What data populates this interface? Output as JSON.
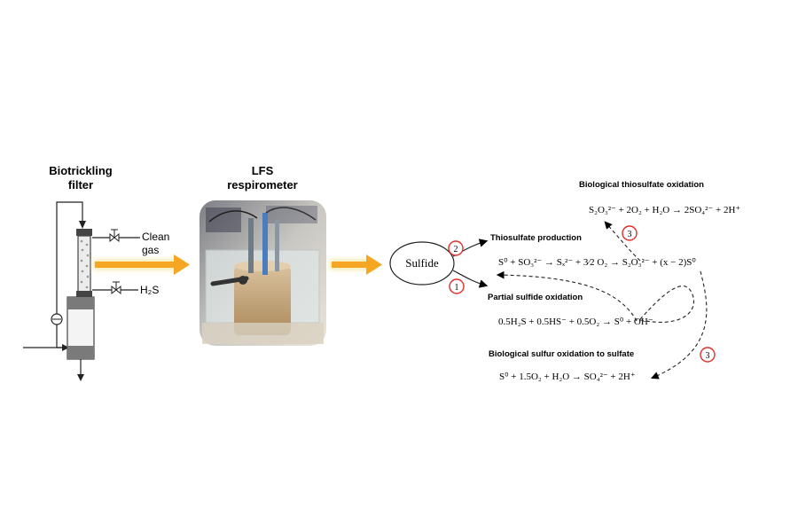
{
  "apparatus": {
    "btf_title": [
      "Biotrickling",
      "filter"
    ],
    "clean_gas": [
      "Clean",
      "gas"
    ],
    "h2s_label": "H₂S",
    "lfs_title": [
      "LFS",
      "respirometer"
    ]
  },
  "scheme": {
    "sulfide": "Sulfide",
    "route1_num": "1",
    "route2_num": "2",
    "route3_num": "3",
    "thio_prod_title": "Thiosulfate production",
    "thio_prod_eq": "S⁰ + SO₃²⁻ → Sₓ²⁻ + 3⁄2 O₂ → S₂O₃²⁻ + (x − 2)S⁰",
    "partial_title": "Partial sulfide oxidation",
    "partial_eq": "0.5H₂S + 0.5HS⁻ + 0.5O₂ → S⁰ + OH⁻",
    "bio_thio_title": "Biological thiosulfate oxidation",
    "bio_thio_eq": "S₂O₃²⁻ + 2O₂ + H₂O → 2SO₄²⁻ + 2H⁺",
    "bio_sulfur_title": "Biological sulfur oxidation to sulfate",
    "bio_sulfur_eq": "S⁰ + 1.5O₂ + H₂O → SO₄²⁻ + 2H⁺"
  },
  "colors": {
    "arrow": "#f5a623",
    "circle": "#e0302a"
  }
}
